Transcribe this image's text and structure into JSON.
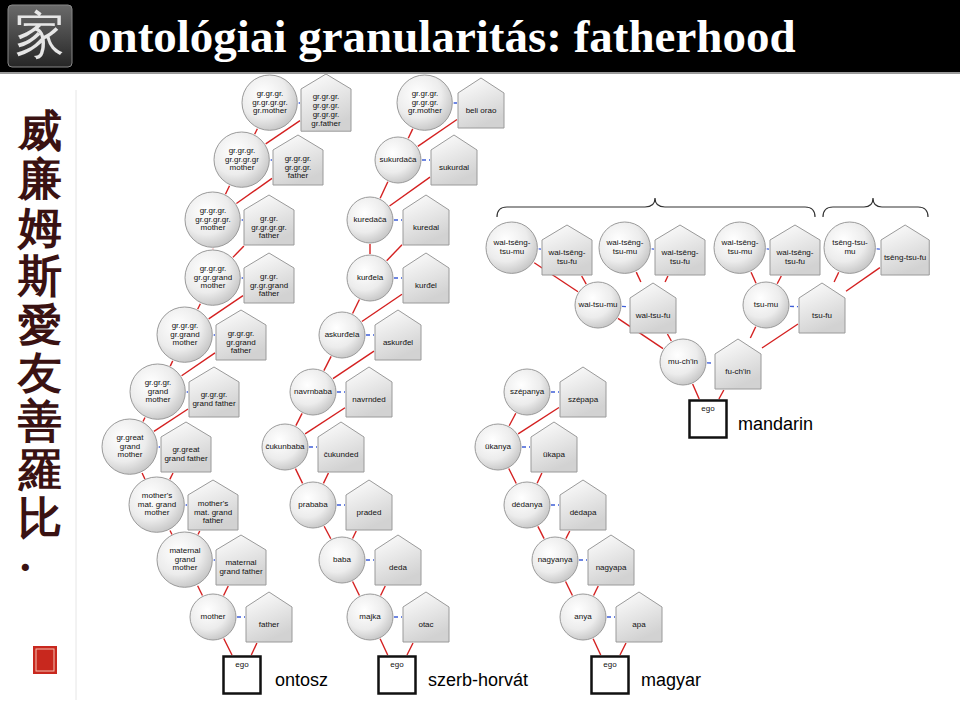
{
  "diagram": {
    "title": "ontológiai granularitás: fatherhood",
    "nodes": [
      {
        "text": [
          "gr.gr.gr. gr.gr.gr.gr. gr.mother"
        ]
      },
      {
        "text": [
          "gr.gr.gr. gr.gr.gr. gr.gr.gr. gr.father"
        ]
      },
      {
        "text": [
          "gr.gr.gr. gr.gr.gr.gr mother"
        ]
      },
      {
        "text": [
          "gr.gr.gr. gr.gr.gr. father"
        ]
      },
      {
        "text": [
          "gr.gr.gr. gr.gr.gr.gr. mother"
        ]
      },
      {
        "text": [
          "gr.gr. gr.gr.gr.gr. father"
        ]
      },
      {
        "text": [
          "gr.gr.gr. gr.gr.grand mother"
        ]
      },
      {
        "text": [
          "gr.gr. gr.gr.grand father"
        ]
      },
      {
        "text": [
          "gr.gr.gr. gr.grand mother"
        ]
      },
      {
        "text": [
          "gr.gr.gr. gr.grand father"
        ]
      },
      {
        "text": [
          "gr.gr.gr. grand mother"
        ]
      },
      {
        "text": [
          "gr.gr.gr. grand father"
        ]
      },
      {
        "text": [
          "gr.great grand mother"
        ]
      },
      {
        "text": [
          "gr.great grand father"
        ]
      },
      {
        "text": [
          "mother's mat. grand mother"
        ]
      },
      {
        "text": [
          "mother's mat. grand father"
        ]
      },
      {
        "text": [
          "maternal grand mother"
        ]
      },
      {
        "text": [
          "maternal grand father"
        ]
      },
      {
        "text": [
          "mother"
        ]
      },
      {
        "text": [
          "father"
        ]
      },
      {
        "text": [
          "ego"
        ]
      },
      {
        "text": [
          "gr.gr.gr. gr.gr.gr. gr.mother"
        ]
      },
      {
        "text": [
          "beli orao"
        ]
      },
      {
        "text": [
          "sukurdača"
        ]
      },
      {
        "text": [
          "sukurdal"
        ]
      },
      {
        "text": [
          "kuredača"
        ]
      },
      {
        "text": [
          "kuredal"
        ]
      },
      {
        "text": [
          "kurđela"
        ]
      },
      {
        "text": [
          "kurđel"
        ]
      },
      {
        "text": [
          "askurđela"
        ]
      },
      {
        "text": [
          "askurđel"
        ]
      },
      {
        "text": [
          "navrnbaba"
        ]
      },
      {
        "text": [
          "navrnded"
        ]
      },
      {
        "text": [
          "čukunbaba"
        ]
      },
      {
        "text": [
          "čukunded"
        ]
      },
      {
        "text": [
          "prababa"
        ]
      },
      {
        "text": [
          "praded"
        ]
      },
      {
        "text": [
          "baba"
        ]
      },
      {
        "text": [
          "deda"
        ]
      },
      {
        "text": [
          "majka"
        ]
      },
      {
        "text": [
          "otac"
        ]
      },
      {
        "text": [
          "ego"
        ]
      },
      {
        "text": [
          "szépanya"
        ]
      },
      {
        "text": [
          "szépapa"
        ]
      },
      {
        "text": [
          "ükanya"
        ]
      },
      {
        "text": [
          "ükapa"
        ]
      },
      {
        "text": [
          "dédanya"
        ]
      },
      {
        "text": [
          "dédapa"
        ]
      },
      {
        "text": [
          "nagyanya"
        ]
      },
      {
        "text": [
          "nagyapa"
        ]
      },
      {
        "text": [
          "anya"
        ]
      },
      {
        "text": [
          "apa"
        ]
      },
      {
        "text": [
          "ego"
        ]
      },
      {
        "text": [
          "wai-tsêng-tsu-mu"
        ]
      },
      {
        "text": [
          "wai-tsêng-tsu-fu"
        ]
      },
      {
        "text": [
          "wai-tsêng-tsu-mu"
        ]
      },
      {
        "text": [
          "wai-tsêng-tsu-fu"
        ]
      },
      {
        "text": [
          "wai-tsêng-tsu-mu"
        ]
      },
      {
        "text": [
          "wai-tsêng-tsu-fu"
        ]
      },
      {
        "text": [
          "tsêng-tsu-mu"
        ]
      },
      {
        "text": [
          "tsêng-tsu-fu"
        ]
      },
      {
        "text": [
          "wai-tsu-mu"
        ]
      },
      {
        "text": [
          "wai-tsu-fu"
        ]
      },
      {
        "text": [
          "tsu-mu"
        ]
      },
      {
        "text": [
          "tsu-fu"
        ]
      },
      {
        "text": [
          "mu-ch'in"
        ]
      },
      {
        "text": [
          "fu-ch'in"
        ]
      },
      {
        "text": [
          "ego"
        ]
      }
    ],
    "edges": [
      {
        "from": 20,
        "to": 18,
        "arrow": "none"
      },
      {
        "from": 20,
        "to": 19,
        "arrow": "none"
      },
      {
        "from": 0,
        "to": 1,
        "arrow": "none"
      },
      {
        "from": 2,
        "to": 3,
        "arrow": "none"
      },
      {
        "from": 4,
        "to": 5,
        "arrow": "none"
      },
      {
        "from": 6,
        "to": 7,
        "arrow": "none"
      },
      {
        "from": 8,
        "to": 9,
        "arrow": "none"
      },
      {
        "from": 10,
        "to": 11,
        "arrow": "none"
      },
      {
        "from": 12,
        "to": 13,
        "arrow": "none"
      },
      {
        "from": 14,
        "to": 15,
        "arrow": "none"
      },
      {
        "from": 16,
        "to": 17,
        "arrow": "none"
      },
      {
        "from": 18,
        "to": 19,
        "arrow": "none"
      },
      {
        "from": 18,
        "to": 16,
        "arrow": "none"
      },
      {
        "from": 18,
        "to": 17,
        "arrow": "none"
      },
      {
        "from": 16,
        "to": 14,
        "arrow": "none"
      },
      {
        "from": 16,
        "to": 15,
        "arrow": "none"
      },
      {
        "from": 14,
        "to": 12,
        "arrow": "none"
      },
      {
        "from": 14,
        "to": 13,
        "arrow": "none"
      },
      {
        "from": 12,
        "to": 10,
        "arrow": "none"
      },
      {
        "from": 12,
        "to": 11,
        "arrow": "none"
      },
      {
        "from": 10,
        "to": 8,
        "arrow": "none"
      },
      {
        "from": 10,
        "to": 9,
        "arrow": "none"
      },
      {
        "from": 8,
        "to": 6,
        "arrow": "none"
      },
      {
        "from": 8,
        "to": 7,
        "arrow": "none"
      },
      {
        "from": 6,
        "to": 4,
        "arrow": "none"
      },
      {
        "from": 6,
        "to": 5,
        "arrow": "none"
      },
      {
        "from": 4,
        "to": 2,
        "arrow": "none"
      },
      {
        "from": 4,
        "to": 3,
        "arrow": "none"
      },
      {
        "from": 2,
        "to": 0,
        "arrow": "none"
      },
      {
        "from": 2,
        "to": 1,
        "arrow": "none"
      },
      {
        "from": 41,
        "to": 39,
        "arrow": "none"
      },
      {
        "from": 41,
        "to": 40,
        "arrow": "none"
      },
      {
        "from": 21,
        "to": 22,
        "arrow": "none"
      },
      {
        "from": 23,
        "to": 24,
        "arrow": "none"
      },
      {
        "from": 25,
        "to": 26,
        "arrow": "none"
      },
      {
        "from": 27,
        "to": 28,
        "arrow": "none"
      },
      {
        "from": 29,
        "to": 30,
        "arrow": "none"
      },
      {
        "from": 31,
        "to": 32,
        "arrow": "none"
      },
      {
        "from": 33,
        "to": 34,
        "arrow": "none"
      },
      {
        "from": 35,
        "to": 36,
        "arrow": "none"
      },
      {
        "from": 37,
        "to": 38,
        "arrow": "none"
      },
      {
        "from": 39,
        "to": 40,
        "arrow": "none"
      },
      {
        "from": 39,
        "to": 37,
        "arrow": "none"
      },
      {
        "from": 39,
        "to": 38,
        "arrow": "none"
      },
      {
        "from": 37,
        "to": 35,
        "arrow": "none"
      },
      {
        "from": 37,
        "to": 36,
        "arrow": "none"
      },
      {
        "from": 35,
        "to": 33,
        "arrow": "none"
      },
      {
        "from": 35,
        "to": 34,
        "arrow": "none"
      },
      {
        "from": 33,
        "to": 31,
        "arrow": "none"
      },
      {
        "from": 33,
        "to": 32,
        "arrow": "none"
      },
      {
        "from": 31,
        "to": 29,
        "arrow": "none"
      },
      {
        "from": 31,
        "to": 30,
        "arrow": "none"
      },
      {
        "from": 29,
        "to": 27,
        "arrow": "none"
      },
      {
        "from": 29,
        "to": 28,
        "arrow": "none"
      },
      {
        "from": 27,
        "to": 25,
        "arrow": "none"
      },
      {
        "from": 27,
        "to": 26,
        "arrow": "none"
      },
      {
        "from": 25,
        "to": 23,
        "arrow": "none"
      },
      {
        "from": 25,
        "to": 24,
        "arrow": "none"
      },
      {
        "from": 23,
        "to": 21,
        "arrow": "none"
      },
      {
        "from": 23,
        "to": 22,
        "arrow": "none"
      },
      {
        "from": 52,
        "to": 50,
        "arrow": "none"
      },
      {
        "from": 52,
        "to": 51,
        "arrow": "none"
      },
      {
        "from": 42,
        "to": 43,
        "arrow": "none"
      },
      {
        "from": 44,
        "to": 45,
        "arrow": "none"
      },
      {
        "from": 46,
        "to": 47,
        "arrow": "none"
      },
      {
        "from": 48,
        "to": 49,
        "arrow": "none"
      },
      {
        "from": 50,
        "to": 51,
        "arrow": "none"
      },
      {
        "from": 50,
        "to": 48,
        "arrow": "none"
      },
      {
        "from": 50,
        "to": 49,
        "arrow": "none"
      },
      {
        "from": 48,
        "to": 46,
        "arrow": "none"
      },
      {
        "from": 48,
        "to": 47,
        "arrow": "none"
      },
      {
        "from": 46,
        "to": 44,
        "arrow": "none"
      },
      {
        "from": 46,
        "to": 45,
        "arrow": "none"
      },
      {
        "from": 44,
        "to": 42,
        "arrow": "none"
      },
      {
        "from": 44,
        "to": 43,
        "arrow": "none"
      },
      {
        "from": 67,
        "to": 65,
        "arrow": "none"
      },
      {
        "from": 67,
        "to": 66,
        "arrow": "none"
      },
      {
        "from": 65,
        "to": 66,
        "arrow": "none"
      },
      {
        "from": 61,
        "to": 62,
        "arrow": "none"
      },
      {
        "from": 63,
        "to": 64,
        "arrow": "none"
      },
      {
        "from": 53,
        "to": 54,
        "arrow": "none"
      },
      {
        "from": 55,
        "to": 56,
        "arrow": "none"
      },
      {
        "from": 57,
        "to": 58,
        "arrow": "none"
      },
      {
        "from": 59,
        "to": 60,
        "arrow": "none"
      },
      {
        "from": 65,
        "to": 61,
        "arrow": "none"
      },
      {
        "from": 65,
        "to": 62,
        "arrow": "none"
      },
      {
        "from": 66,
        "to": 63,
        "arrow": "none"
      },
      {
        "from": 66,
        "to": 64,
        "arrow": "none"
      },
      {
        "from": 61,
        "to": 53,
        "arrow": "none"
      },
      {
        "from": 61,
        "to": 54,
        "arrow": "none"
      },
      {
        "from": 62,
        "to": 55,
        "arrow": "none"
      },
      {
        "from": 62,
        "to": 56,
        "arrow": "none"
      },
      {
        "from": 63,
        "to": 57,
        "arrow": "none"
      },
      {
        "from": 63,
        "to": 58,
        "arrow": "none"
      },
      {
        "from": 64,
        "to": 59,
        "arrow": "none"
      },
      {
        "from": 64,
        "to": 60,
        "arrow": "none"
      }
    ],
    "labels": [
      "家",
      "威廉姆斯愛友善羅比·",
      "ontosz",
      "szerb-horvát",
      "magyar",
      "mandarin"
    ]
  }
}
